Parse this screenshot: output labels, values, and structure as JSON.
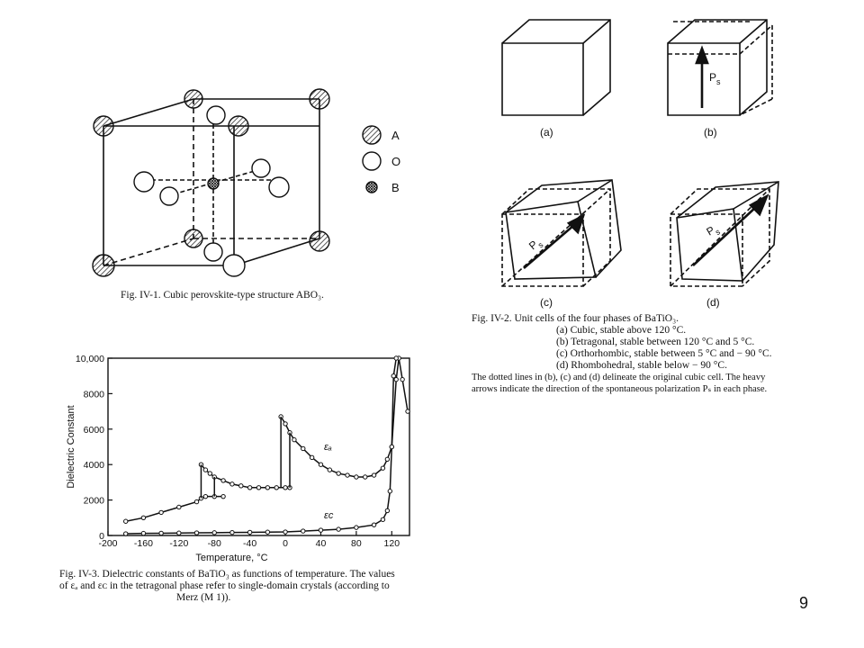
{
  "page_number": "9",
  "fig1": {
    "legend": [
      "A",
      "O",
      "B"
    ],
    "caption": "Fig. IV-1.  Cubic perovskite-type structure ABO₃."
  },
  "fig2": {
    "panel_labels": [
      "(a)",
      "(b)",
      "(c)",
      "(d)"
    ],
    "ps_label": "P",
    "ps_sub": "s",
    "caption_title": "Fig. IV-2.  Unit cells of the four phases of BaTiO₃.",
    "items": [
      "(a) Cubic, stable above 120 °C.",
      "(b) Tetragonal, stable between 120 °C and 5 °C.",
      "(c) Orthorhombic, stable between 5 °C and − 90 °C.",
      "(d) Rhombohedral, stable below − 90 °C."
    ],
    "note_line1": "The dotted lines in (b), (c) and (d) delineate the original cubic cell. The heavy",
    "note_line2": "arrows indicate the direction of the spontaneous polarization Pₛ in each phase."
  },
  "fig3": {
    "caption_line1": "Fig. IV-3.  Dielectric constants of BaTiO₃ as functions of temperature. The values",
    "caption_line2": "of εₐ and εᴄ in the tetragonal phase refer to single-domain crystals (according to",
    "caption_line3": "Merz (M 1))."
  },
  "chart_data": {
    "type": "line",
    "xlabel": "Temperature, °C",
    "ylabel": "Dielectric Constant",
    "xlim": [
      -200,
      140
    ],
    "ylim": [
      0,
      10000
    ],
    "x_ticks": [
      "-200",
      "-160",
      "-120",
      "-80",
      "-40",
      "0",
      "40",
      "80",
      "120"
    ],
    "x_tick_values": [
      -200,
      -160,
      -120,
      -80,
      -40,
      0,
      40,
      80,
      120
    ],
    "y_ticks": [
      "0",
      "2000",
      "4000",
      "6000",
      "8000",
      "10,000"
    ],
    "y_tick_values": [
      0,
      2000,
      4000,
      6000,
      8000,
      10000
    ],
    "grid": false,
    "series": [
      {
        "name": "εₐ",
        "segments": [
          [
            [
              -180,
              800
            ],
            [
              -160,
              1000
            ],
            [
              -140,
              1300
            ],
            [
              -120,
              1600
            ],
            [
              -100,
              1900
            ],
            [
              -95,
              2100
            ],
            [
              -90,
              2200
            ],
            [
              -80,
              2200
            ],
            [
              -70,
              2200
            ]
          ],
          [
            [
              -95,
              4000
            ],
            [
              -90,
              3700
            ],
            [
              -85,
              3500
            ],
            [
              -80,
              3300
            ],
            [
              -70,
              3100
            ],
            [
              -60,
              2900
            ],
            [
              -50,
              2800
            ],
            [
              -40,
              2700
            ],
            [
              -30,
              2700
            ],
            [
              -20,
              2700
            ],
            [
              -10,
              2700
            ],
            [
              0,
              2700
            ],
            [
              5,
              2700
            ]
          ],
          [
            [
              -5,
              6700
            ],
            [
              0,
              6300
            ],
            [
              5,
              5800
            ],
            [
              10,
              5400
            ],
            [
              20,
              4900
            ],
            [
              30,
              4400
            ],
            [
              40,
              4000
            ],
            [
              50,
              3700
            ],
            [
              60,
              3500
            ],
            [
              70,
              3400
            ],
            [
              80,
              3300
            ],
            [
              90,
              3300
            ],
            [
              100,
              3400
            ],
            [
              110,
              3800
            ],
            [
              115,
              4300
            ],
            [
              120,
              5000
            ],
            [
              125,
              8800
            ],
            [
              128,
              10000
            ],
            [
              132,
              8800
            ],
            [
              138,
              7000
            ]
          ]
        ]
      },
      {
        "name": "εᴄ",
        "segments": [
          [
            [
              -180,
              100
            ],
            [
              -160,
              120
            ],
            [
              -140,
              130
            ],
            [
              -120,
              140
            ],
            [
              -100,
              150
            ],
            [
              -80,
              160
            ],
            [
              -60,
              170
            ],
            [
              -40,
              180
            ],
            [
              -20,
              190
            ],
            [
              0,
              200
            ],
            [
              20,
              250
            ],
            [
              40,
              300
            ],
            [
              60,
              350
            ],
            [
              80,
              450
            ],
            [
              100,
              600
            ],
            [
              110,
              900
            ],
            [
              115,
              1400
            ],
            [
              118,
              2500
            ],
            [
              120,
              5000
            ],
            [
              122,
              9000
            ],
            [
              125,
              10000
            ]
          ]
        ]
      }
    ]
  }
}
